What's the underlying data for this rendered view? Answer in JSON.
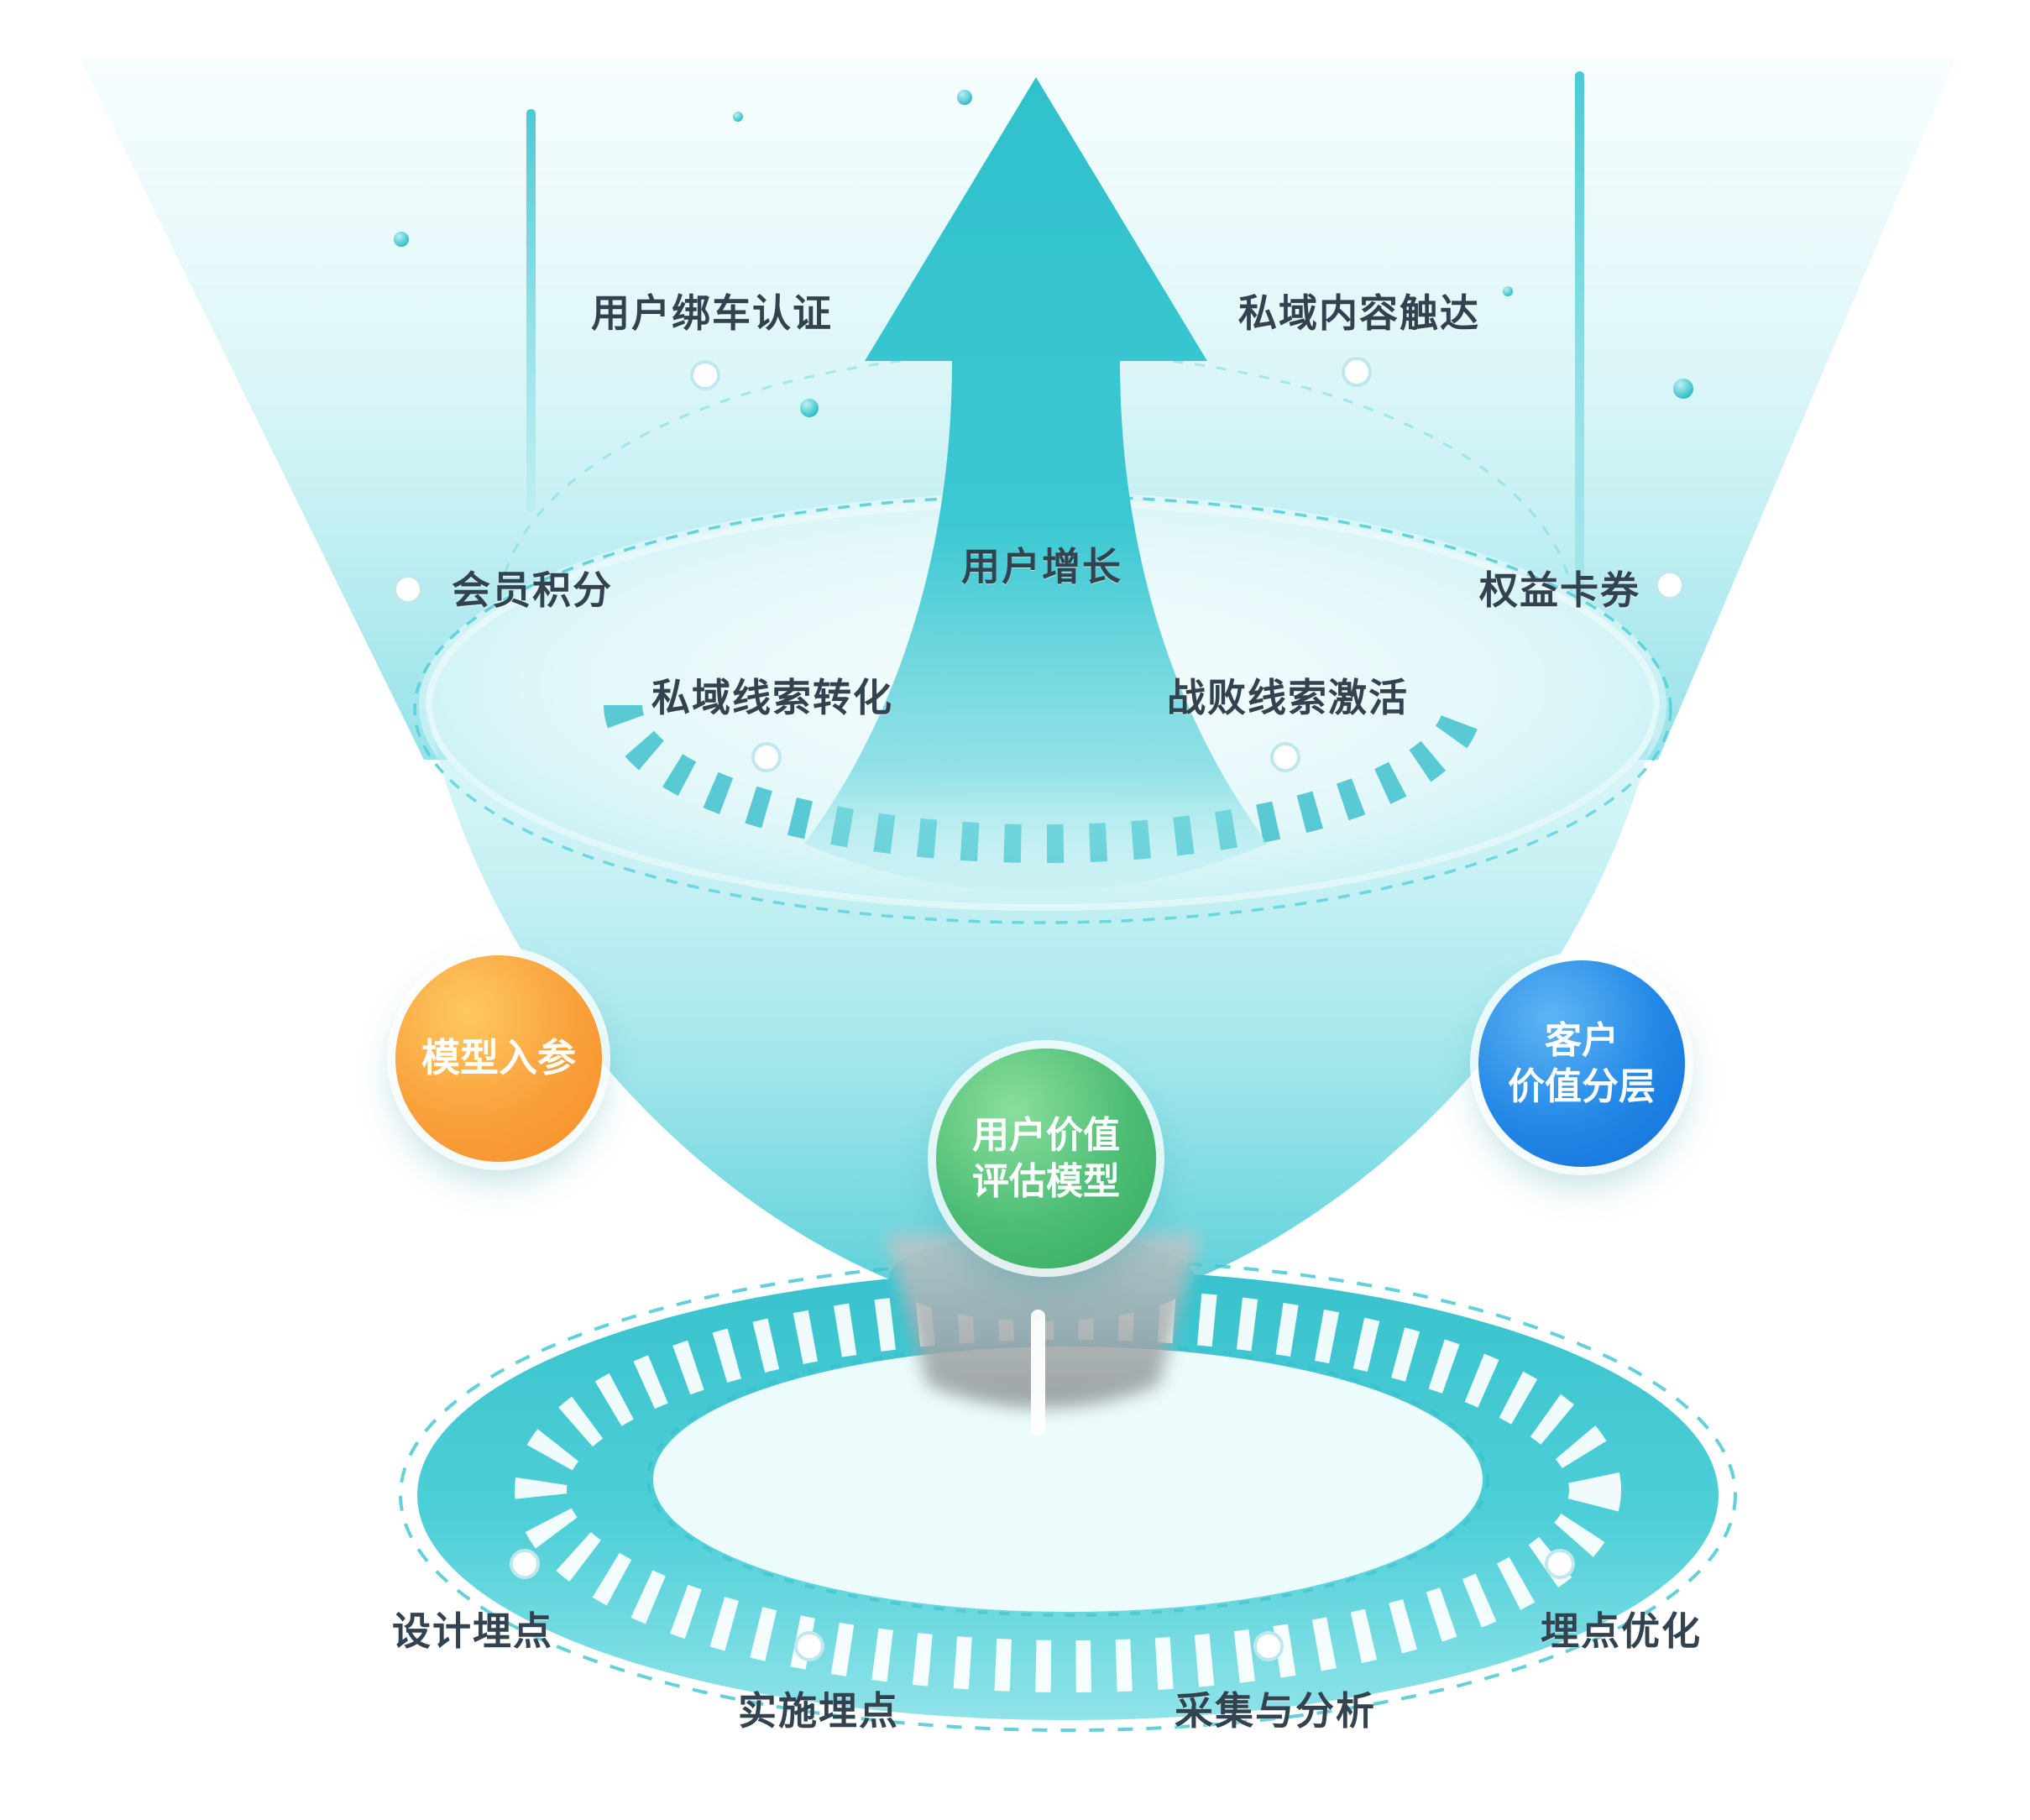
{
  "diagram": {
    "type": "funnel-infographic",
    "top_layer": {
      "user_bind_cert": "用户绑车认证",
      "private_content_reach": "私域内容触达",
      "member_points": "会员积分",
      "rights_coupons": "权益卡券",
      "user_growth": "用户增长",
      "private_lead_conversion": "私域线索转化",
      "lost_lead_activation": "战败线索激活"
    },
    "middle_layer": {
      "model_input": "模型入参",
      "user_value_model_line1": "用户价值",
      "user_value_model_line2": "评估模型",
      "customer_value_line1": "客户",
      "customer_value_line2": "价值分层"
    },
    "bottom_layer": {
      "design_tracking": "设计埋点",
      "implement_tracking": "实施埋点",
      "collect_analyze": "采集与分析",
      "tracking_optimization": "埋点优化"
    },
    "colors": {
      "teal": "#35c3cd",
      "teal_light": "#a8e8ec",
      "orange": "#f89b3c",
      "green": "#4cbe74",
      "blue": "#2a8ee8",
      "text": "#32424f"
    }
  }
}
